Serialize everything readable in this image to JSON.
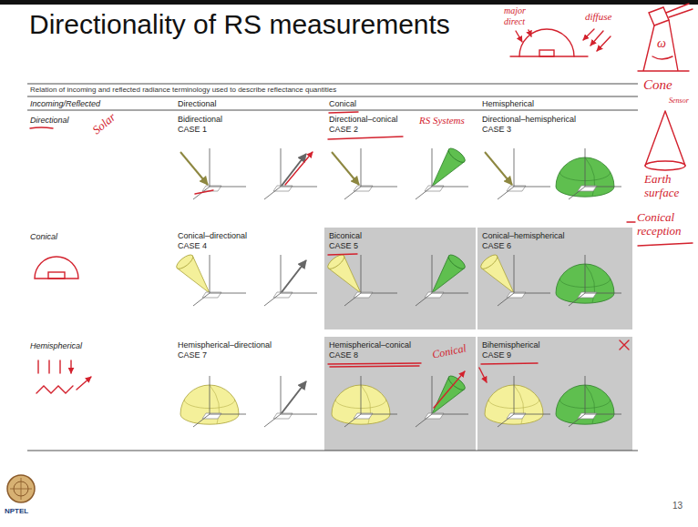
{
  "diagram": {
    "title": "Directionality of RS measurements",
    "caption": "Relation of incoming and reflected radiance terminology used to describe reflectance quantities",
    "nodes": [
      {
        "text": [
          "Bidirectional",
          "CASE 1"
        ]
      },
      {
        "text": [
          "Directional–conical",
          "CASE 2"
        ]
      },
      {
        "text": [
          "Directional–hemispherical",
          "CASE 3"
        ]
      },
      {
        "text": [
          "Conical–directional",
          "CASE 4"
        ]
      },
      {
        "text": [
          "Biconical",
          "CASE 5"
        ]
      },
      {
        "text": [
          "Conical–hemispherical",
          "CASE 6"
        ]
      },
      {
        "text": [
          "Hemispherical–directional",
          "CASE 7"
        ]
      },
      {
        "text": [
          "Hemispherical–conical",
          "CASE 8"
        ]
      },
      {
        "text": [
          "Bihemispherical",
          "CASE 9"
        ]
      }
    ],
    "labels": [
      "Incoming/Reflected",
      "Directional",
      "Conical",
      "Hemispherical",
      "Directional",
      "Conical",
      "Hemispherical",
      "major direct",
      "diffuse",
      "ω",
      "Solar",
      "RS Systems",
      "Cone",
      "Sensor",
      "Earth surface",
      "Conical reception",
      "Conical",
      "13",
      "NPTEL"
    ]
  }
}
